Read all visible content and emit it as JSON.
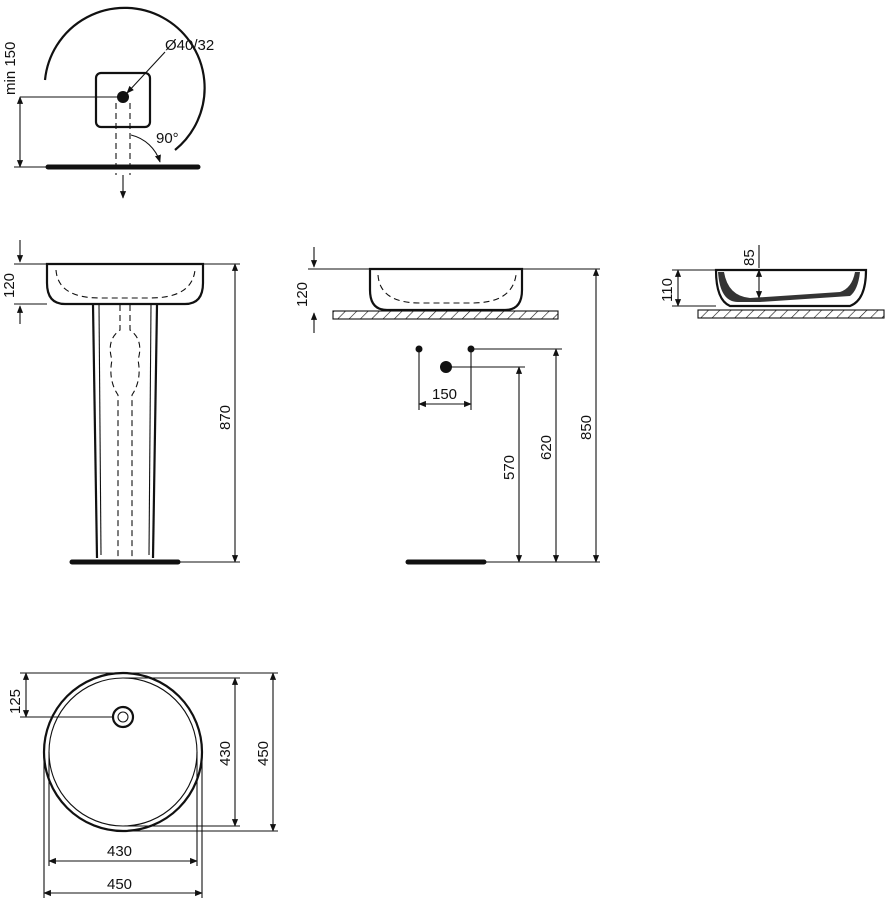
{
  "views": {
    "wall_top": {
      "min_label": "min 150",
      "pipe_label": "Ø40/32",
      "angle_label": "90°"
    },
    "pedestal_front": {
      "bowl_height": "120",
      "total_height": "870"
    },
    "countertop_front": {
      "bowl_height": "120",
      "spacing": "150",
      "h1": "570",
      "h2": "620",
      "h3": "850"
    },
    "side_section": {
      "depth": "85",
      "height": "110"
    },
    "plan": {
      "offset": "125",
      "inner_v": "430",
      "outer_v": "450",
      "inner_h": "430",
      "outer_h": "450"
    }
  }
}
